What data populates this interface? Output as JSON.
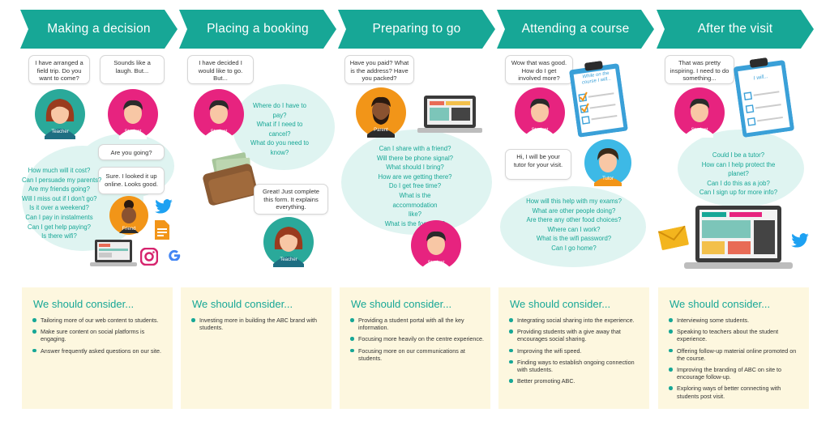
{
  "colors": {
    "accent": "#17a796",
    "blob": "#dff4f1",
    "box": "#fdf7df",
    "avatar_pink": "#e7237f",
    "avatar_teal": "#2aa99a",
    "avatar_orange": "#f29518",
    "avatar_blue": "#3db9e6"
  },
  "stages": [
    {
      "title": "Making a decision",
      "bubbles": [
        "I have arranged a field trip. Do you want to come?",
        "Sounds like a laugh. But...",
        "Are you going?",
        "Sure. I looked it up online. Looks good."
      ],
      "avatars": [
        "Teacher",
        "Student",
        "Friend"
      ],
      "questions": [
        "How much will it cost?",
        "Can I persuade my parents?",
        "Are my friends going?",
        "Will I miss out if I don't go?",
        "Is it over a weekend?",
        "Can I pay in instalments",
        "Can I get help paying?",
        "Is there wifi?"
      ],
      "consider_title": "We should consider...",
      "consider": [
        "Tailoring more of our web content to students.",
        "Make sure content on social platforms is engaging.",
        "Answer frequently asked questions on our site."
      ]
    },
    {
      "title": "Placing a booking",
      "bubbles": [
        "I have decided I would like to go. But...",
        "Great! Just complete this form. It explains everything."
      ],
      "avatars": [
        "Student",
        "Teacher"
      ],
      "questions": [
        "Where do I have to pay?",
        "What if I need to cancel?",
        "What do you need to know?"
      ],
      "consider_title": "We should consider...",
      "consider": [
        "Investing more in building the ABC brand with students."
      ]
    },
    {
      "title": "Preparing to go",
      "bubbles": [
        "Have you paid? What is the address? Have you packed?"
      ],
      "avatars": [
        "Parent",
        "Student"
      ],
      "questions": [
        "Can I share with a friend?",
        "Will there be phone signal?",
        "What should I bring?",
        "How are we getting there?",
        "Do I get free time?",
        "What is the accommodation like?",
        "What is the food like?"
      ],
      "consider_title": "We should consider...",
      "consider": [
        "Providing a student portal with all the key information.",
        "Focusing more heavily on the centre experience.",
        "Focusing more on our communications at students."
      ]
    },
    {
      "title": "Attending a course",
      "bubbles": [
        "Wow that was good. How do I get involved more?",
        "Hi, I will be your tutor for your visit."
      ],
      "avatars": [
        "Student",
        "Tutor"
      ],
      "clipboard": "While on the course I will...",
      "questions": [
        "How will this help with my exams?",
        "What are other people doing?",
        "Are there any other food choices?",
        "Where can I work?",
        "What is the wifi password?",
        "Can I go home?"
      ],
      "consider_title": "We should consider...",
      "consider": [
        "Integrating social sharing into the experience.",
        "Providing students with a give away that encourages social sharing.",
        "Improving the wifi speed.",
        "Finding ways to establish ongoing connection with students.",
        "Better promoting ABC."
      ]
    },
    {
      "title": "After the visit",
      "bubbles": [
        "That was pretty inspiring. I need to do something..."
      ],
      "avatars": [
        "Student"
      ],
      "clipboard": "I will...",
      "questions": [
        "Could I be a tutor?",
        "How can I help protect the planet?",
        "Can I do this as a job?",
        "Can I sign up for more info?"
      ],
      "consider_title": "We should consider...",
      "consider": [
        "Interviewing some students.",
        "Speaking to teachers about the student experience.",
        "Offering follow-up material online promoted on the course.",
        "Improving the branding of ABC on site to encourage follow-up.",
        "Exploring ways of better connecting with students post visit."
      ]
    }
  ]
}
